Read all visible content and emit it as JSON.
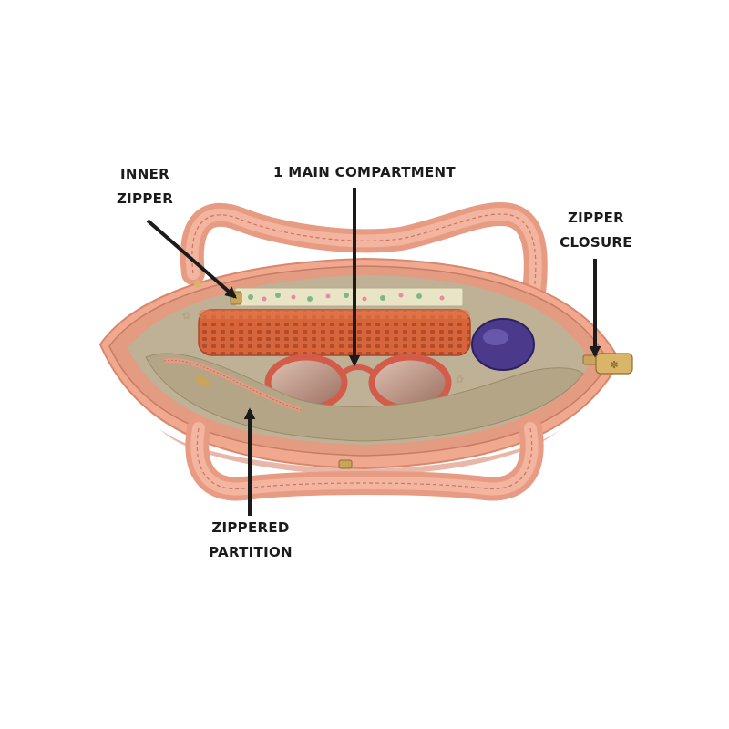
{
  "callouts": {
    "inner_zipper": [
      "INNER",
      "ZIPPER"
    ],
    "main_compartment": "1 MAIN COMPARTMENT",
    "zipper_closure": [
      "ZIPPER",
      "CLOSURE"
    ],
    "zippered_partition": [
      "ZIPPERED",
      "PARTITION"
    ]
  },
  "colors": {
    "background": "#ffffff",
    "bag_peach": "#f0a88f",
    "bag_shadow": "#d8876d",
    "lining": "#bfb196",
    "zipper_tape": "#e39b82",
    "hardware_gold": "#c9a45a",
    "pouch_orange": "#d8643a",
    "sunglasses_frame": "#d25b4a",
    "compact_purple": "#4b3a8c",
    "arrow": "#1b1b1b"
  }
}
